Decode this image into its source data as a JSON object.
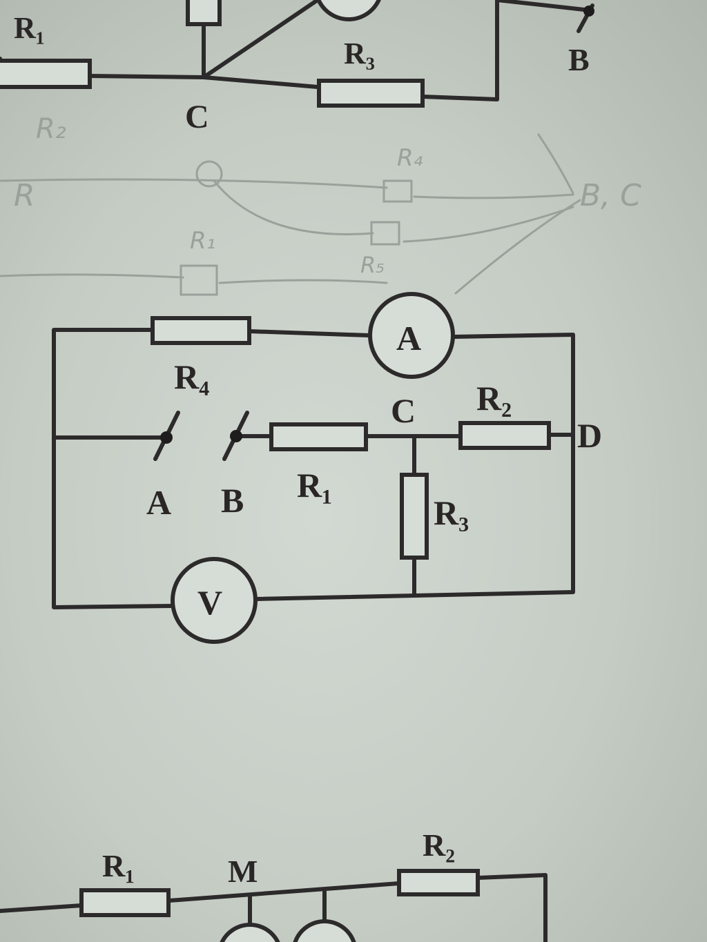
{
  "top_circuit": {
    "labels": {
      "r1": "R₁",
      "r3": "R₃",
      "node_c": "C",
      "node_b": "B"
    }
  },
  "pencil_sketch": {
    "labels": {
      "r2": "R₂",
      "r4": "R₄",
      "r1": "R₁",
      "r5": "R₅",
      "bc": "B, C",
      "ra": "R"
    }
  },
  "main_circuit": {
    "resistors": {
      "r4": "R₄",
      "r1": "R₁",
      "r2": "R₂",
      "r3": "R₃"
    },
    "meters": {
      "ammeter": "A",
      "voltmeter": "V"
    },
    "nodes": {
      "a": "A",
      "b": "B",
      "c": "C",
      "d": "D"
    }
  },
  "bottom_circuit": {
    "labels": {
      "r1": "R₁",
      "m": "M",
      "r2": "R₂"
    }
  }
}
